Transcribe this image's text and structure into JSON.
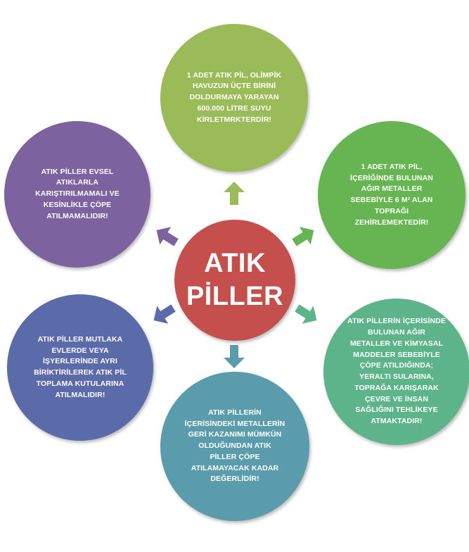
{
  "center": {
    "label": "ATIK\nPİLLER",
    "color": "#c44f4d"
  },
  "nodes": [
    {
      "id": "top",
      "text": "1 ADET ATIK PİL, OLİMPİK\nHAVUZUN ÜÇTE BİRİNİ\nDOLDURMAYA YARAYAN\n600.000 LİTRE SUYU\nKİRLETMRKTERDİR!",
      "color": "#9bbb59"
    },
    {
      "id": "upper-right",
      "text": "1 ADET ATIK PİL,\nİÇERİĞİNDE BULUNAN\nAĞIR METALLER\nSEBEBİYLE 6 M² ALAN\nTOPRAĞI\nZEHİRLEMEKTEDİR!",
      "color": "#66b552"
    },
    {
      "id": "lower-right",
      "text": "ATIK PİLLERİN İÇERİSİNDE\nBULUNAN AĞIR\nMETALLER VE KİMYASAL\nMADDELER SEBEBİYLE\nÇÖPE ATILDIĞINDA;\nYERALTI SULARINA,\nTOPRAĞA KARIŞARAK\nÇEVRE VE İNSAN\nSAĞLIĞINI TEHLİKEYE\nATMAKTADIR!",
      "color": "#5db38a"
    },
    {
      "id": "bottom",
      "text": "ATIK PİLLERİN\nİÇERİSİNDEKİ METALLERİN\nGERİ KAZANIMI MÜMKÜN\nOLDUĞUNDAN ATIK\nPİLLER ÇÖPE\nATILAMAYACAK KADAR\nDEĞERLİDİR!",
      "color": "#5a9cab"
    },
    {
      "id": "lower-left",
      "text": "ATIK PİLLER  MUTLAKA\nEVLERDE VEYA\nİŞYERLERİNDE AYRI\nBİRİKTİRİLEREK ATIK PİL\nTOPLAMA KUTULARINA\nATILMALIDIR!",
      "color": "#5b6aa8"
    },
    {
      "id": "upper-left",
      "text": "ATIK PİLLER EVSEL\nATIKLARLA\nKARIŞTIRILMAMALI VE\nKESİNLİKLE ÇÖPE\nATILMAMALIDIR!",
      "color": "#7d62a0"
    }
  ]
}
